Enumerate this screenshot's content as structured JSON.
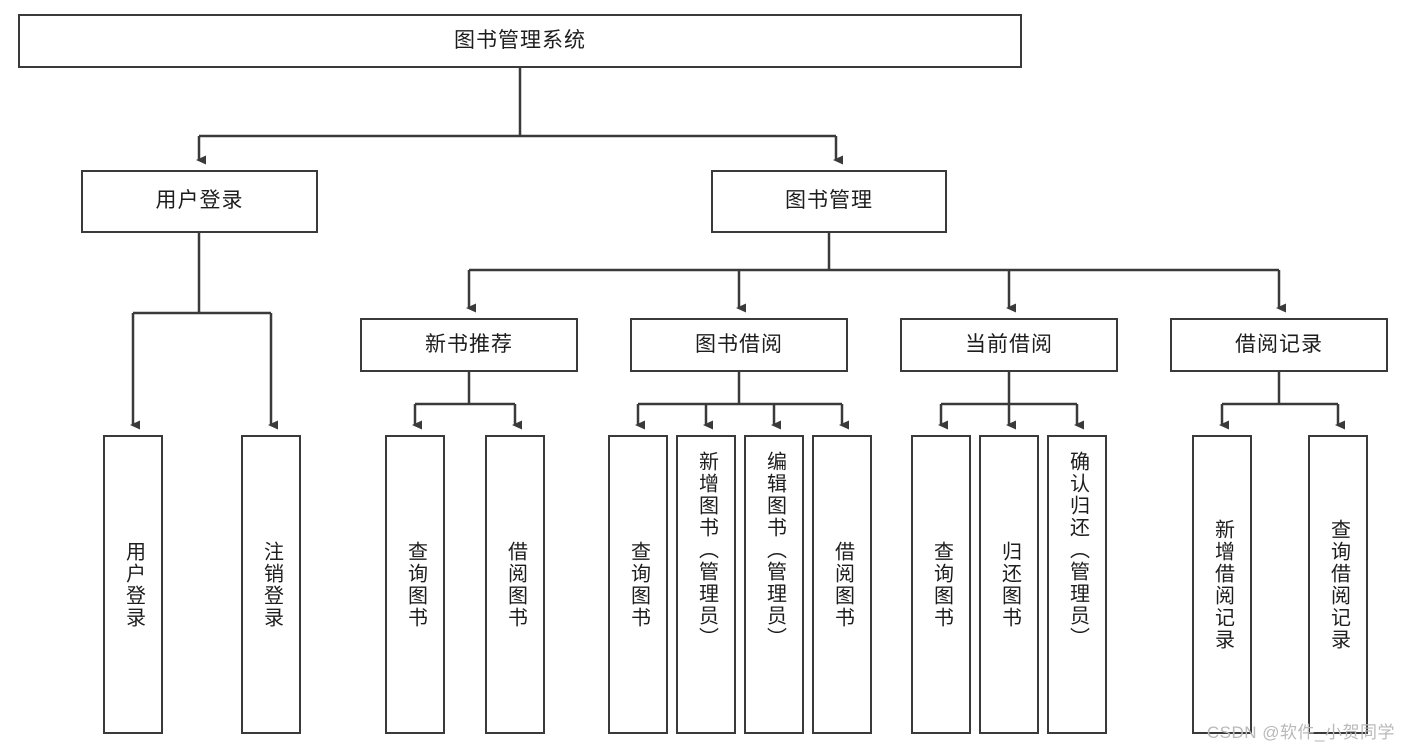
{
  "diagram": {
    "title": "图书管理系统",
    "type": "tree-hierarchy-chart",
    "watermark": "CSDN @软件_小贺同学",
    "colors": {
      "box_border": "#3a3a3a",
      "box_fill": "#ffffff",
      "edge": "#3a3a3a",
      "text": "#1d1d1d",
      "watermark": "#b9b9b9"
    },
    "nodes": {
      "root": {
        "label": "图书管理系统"
      },
      "level1": [
        {
          "label": "用户登录"
        },
        {
          "label": "图书管理"
        }
      ],
      "level2": [
        {
          "label": "新书推荐"
        },
        {
          "label": "图书借阅"
        },
        {
          "label": "当前借阅"
        },
        {
          "label": "借阅记录"
        }
      ],
      "leaves": {
        "user_login": [
          {
            "label": "用户登录"
          },
          {
            "label": "注销登录"
          }
        ],
        "new_book_recommend": [
          {
            "label": "查询图书"
          },
          {
            "label": "借阅图书"
          }
        ],
        "book_borrow": [
          {
            "label": "查询图书"
          },
          {
            "label": "新增图书（管理员）"
          },
          {
            "label": "编辑图书（管理员）"
          },
          {
            "label": "借阅图书"
          }
        ],
        "current_borrow": [
          {
            "label": "查询图书"
          },
          {
            "label": "归还图书"
          },
          {
            "label": "确认归还（管理员）"
          }
        ],
        "borrow_records": [
          {
            "label": "新增借阅记录"
          },
          {
            "label": "查询借阅记录"
          }
        ]
      }
    }
  }
}
